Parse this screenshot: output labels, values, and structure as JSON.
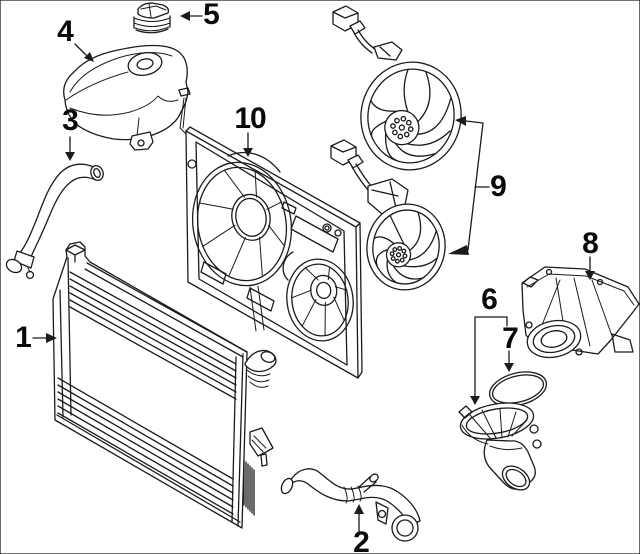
{
  "diagram": {
    "background_color": "#ffffff",
    "line_color": "#1b1b1b",
    "label_color": "#0a0a0a",
    "callouts": [
      {
        "number": "1",
        "part": "radiator"
      },
      {
        "number": "2",
        "part": "lower-radiator-hose"
      },
      {
        "number": "3",
        "part": "upper-radiator-hose"
      },
      {
        "number": "4",
        "part": "coolant-expansion-tank"
      },
      {
        "number": "5",
        "part": "expansion-tank-cap"
      },
      {
        "number": "6",
        "part": "thermostat-housing"
      },
      {
        "number": "7",
        "part": "o-ring-seal"
      },
      {
        "number": "8",
        "part": "water-pump"
      },
      {
        "number": "9",
        "part": "cooling-fan-motor-assemblies"
      },
      {
        "number": "10",
        "part": "fan-shroud"
      }
    ]
  }
}
